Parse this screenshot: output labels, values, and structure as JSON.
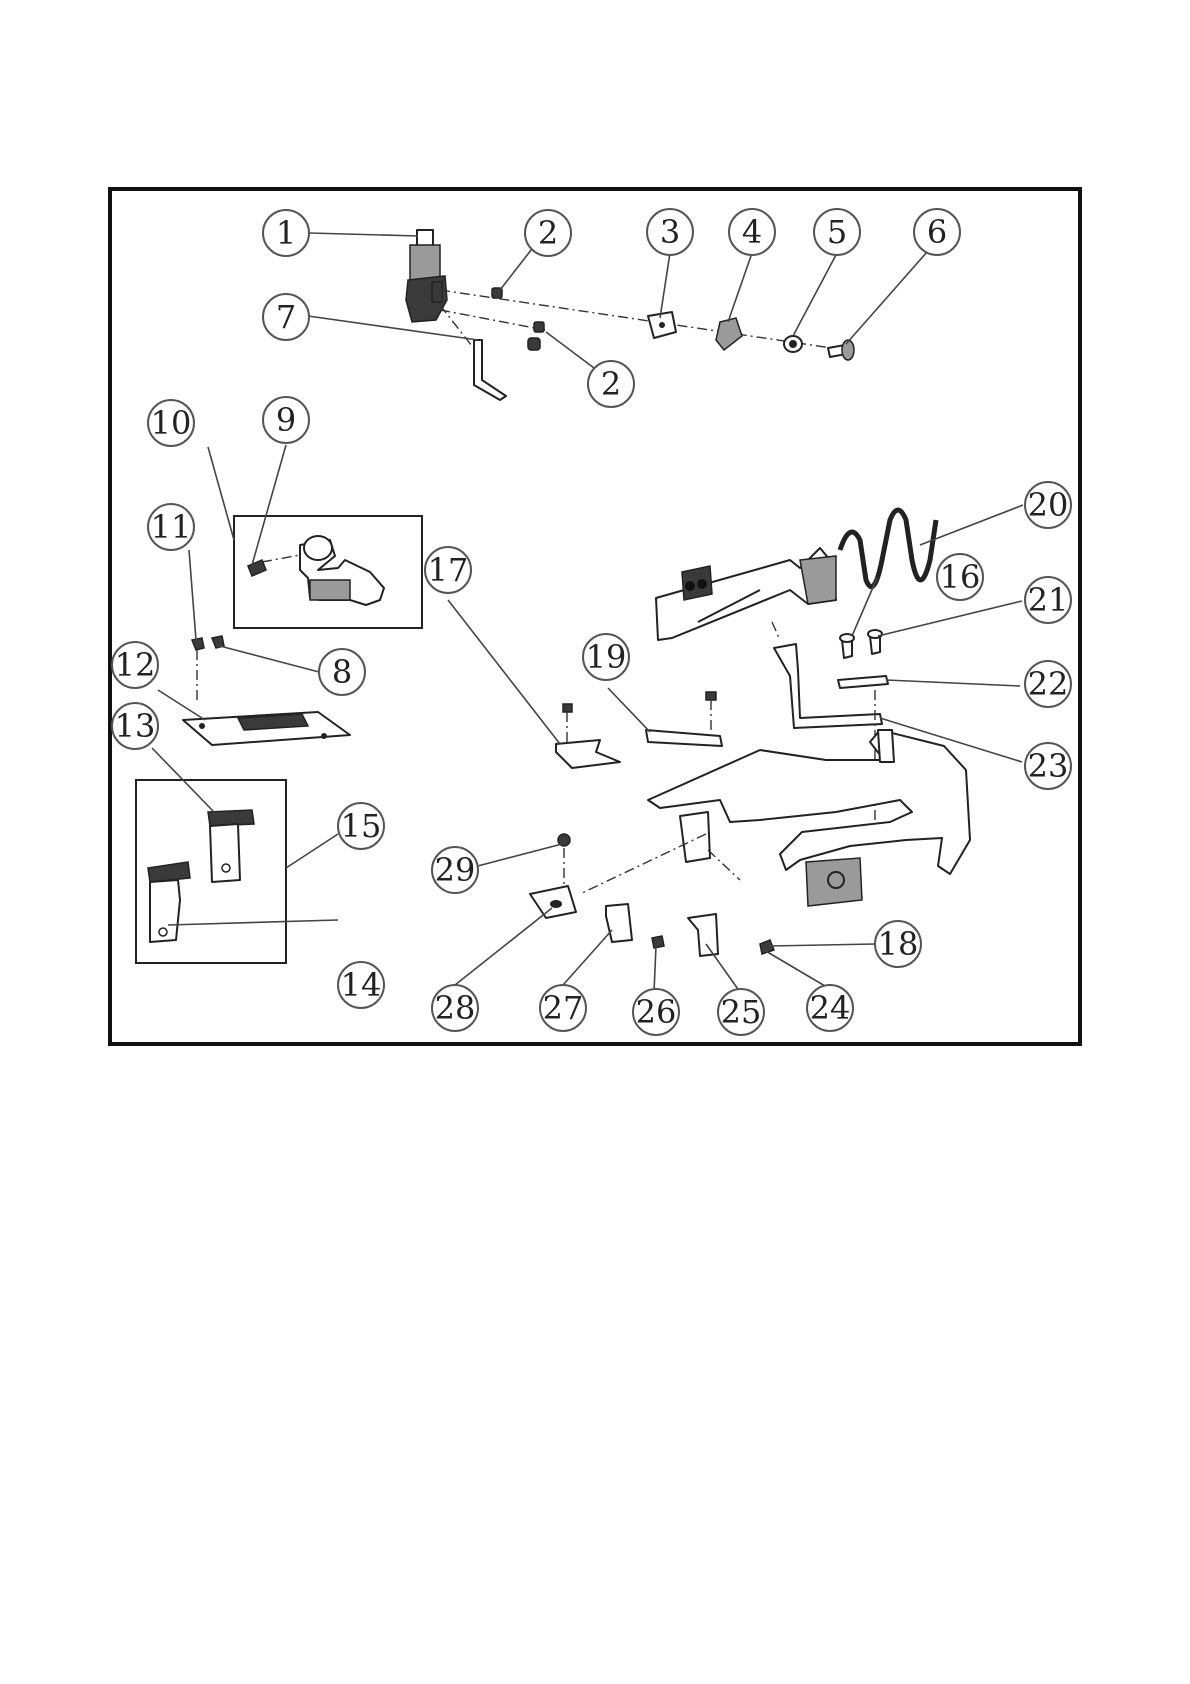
{
  "callouts": [
    {
      "id": "c1",
      "label": "1"
    },
    {
      "id": "c2a",
      "label": "2"
    },
    {
      "id": "c2b",
      "label": "2"
    },
    {
      "id": "c3",
      "label": "3"
    },
    {
      "id": "c4",
      "label": "4"
    },
    {
      "id": "c5",
      "label": "5"
    },
    {
      "id": "c6",
      "label": "6"
    },
    {
      "id": "c7",
      "label": "7"
    },
    {
      "id": "c8",
      "label": "8"
    },
    {
      "id": "c9",
      "label": "9"
    },
    {
      "id": "c10",
      "label": "10"
    },
    {
      "id": "c11",
      "label": "11"
    },
    {
      "id": "c12",
      "label": "12"
    },
    {
      "id": "c13",
      "label": "13"
    },
    {
      "id": "c14",
      "label": "14"
    },
    {
      "id": "c15",
      "label": "15"
    },
    {
      "id": "c16",
      "label": "16"
    },
    {
      "id": "c17",
      "label": "17"
    },
    {
      "id": "c18",
      "label": "18"
    },
    {
      "id": "c19",
      "label": "19"
    },
    {
      "id": "c20",
      "label": "20"
    },
    {
      "id": "c21",
      "label": "21"
    },
    {
      "id": "c22",
      "label": "22"
    },
    {
      "id": "c23",
      "label": "23"
    },
    {
      "id": "c24",
      "label": "24"
    },
    {
      "id": "c25",
      "label": "25"
    },
    {
      "id": "c26",
      "label": "26"
    },
    {
      "id": "c27",
      "label": "27"
    },
    {
      "id": "c28",
      "label": "28"
    },
    {
      "id": "c29",
      "label": "29"
    }
  ],
  "colors": {
    "frame": "#111111",
    "ink": "#222222",
    "background": "#ffffff"
  }
}
